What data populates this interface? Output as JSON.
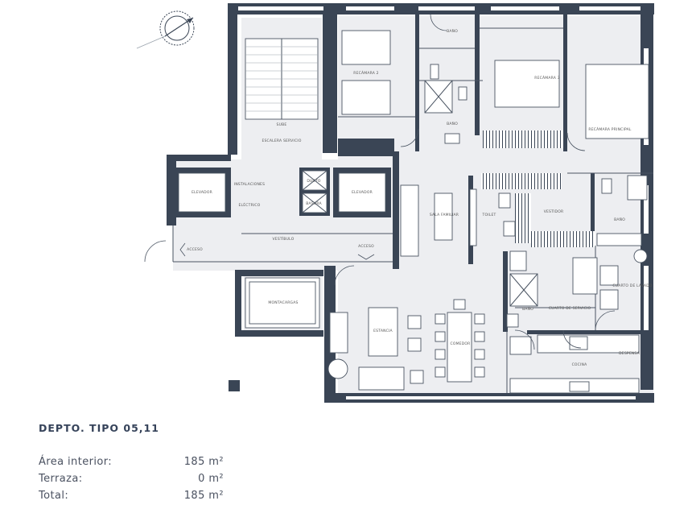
{
  "unit": {
    "title": "DEPTO. TIPO 05,11",
    "rows": [
      {
        "label": "Área interior:",
        "value": "185 m²"
      },
      {
        "label": "Terraza:",
        "value": "0 m²"
      },
      {
        "label": "Total:",
        "value": "185 m²"
      }
    ]
  },
  "rooms": {
    "bano_top": "BAÑO",
    "recamara2_left": "RECÁMARA 2",
    "recamara2_mid": "RECÁMARA 3",
    "recamara_principal": "RECÁMARA PRINCIPAL",
    "bano_mid": "BAÑO",
    "escalera": "ESCALERA SERVICIO",
    "subida": "SUBE",
    "elevador_left": "ELEVADOR",
    "elevador_right": "ELEVADOR",
    "ducto": "DUCTO",
    "basura": "BASURA",
    "electrico": "ELÉCTRICO",
    "instalaciones": "INSTALACIONES",
    "vestibulo": "VESTÍBULO",
    "acceso_left": "ACCESO",
    "acceso_right": "ACCESO",
    "sala_familiar": "SALA FAMILIAR",
    "toilet": "TOILET",
    "vestidor": "VESTIDOR",
    "bano_right": "BAÑO",
    "montacargas": "MONTACARGAS",
    "estancia": "ESTANCIA",
    "comedor": "COMEDOR",
    "bano_servicio": "BAÑO",
    "cuarto_servicio": "CUARTO DE SERVICIO",
    "cuarto_lavado": "CUARTO DE LAVADO",
    "despensa": "DESPENSA",
    "cocina": "COCINA"
  },
  "colors": {
    "wall": "#3a4555",
    "floor": "#edeef1",
    "text": "#36435a"
  },
  "icons": {
    "compass": "north-arrow-icon"
  }
}
